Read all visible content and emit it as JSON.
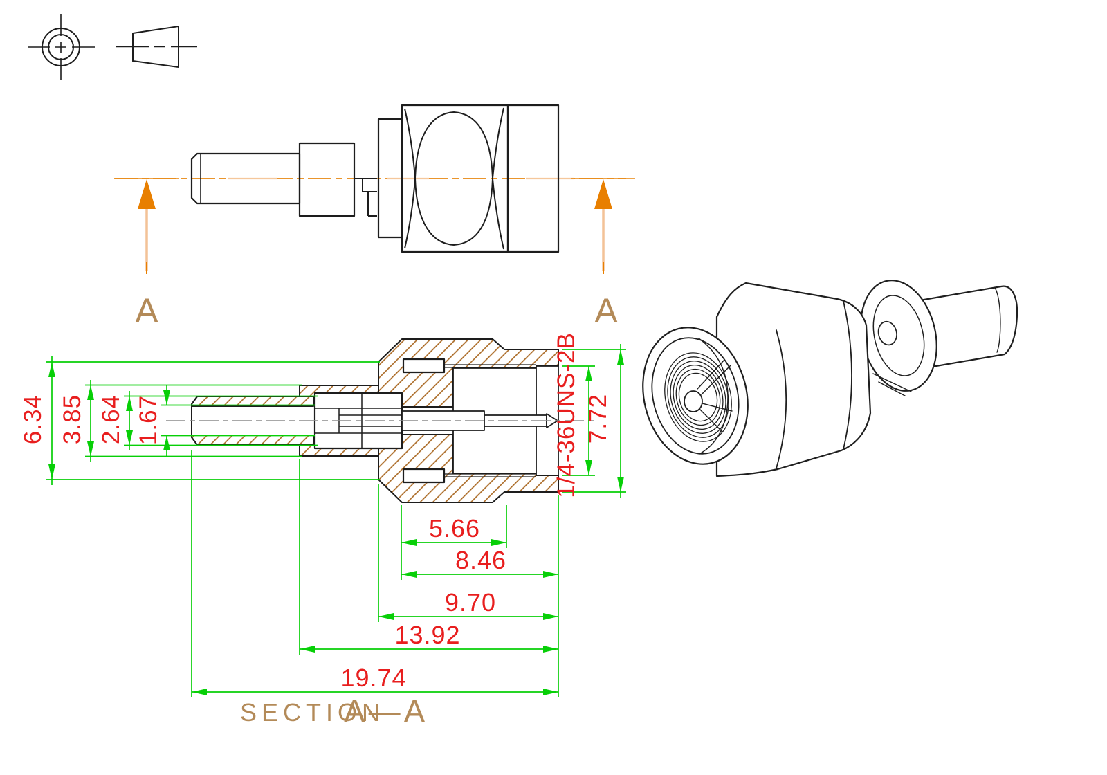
{
  "drawing": {
    "title_prefix": "SECTION",
    "title_section": "A—A",
    "cut_arrow_label_left": "A",
    "cut_arrow_label_right": "A",
    "dims_horizontal": [
      "5.66",
      "8.46",
      "9.70",
      "13.92",
      "19.74"
    ],
    "dims_vertical_left": [
      "6.34",
      "3.85",
      "2.64",
      "1.67"
    ],
    "dims_vertical_right": [
      "1/4-36UNS-2B",
      "7.72"
    ],
    "colors": {
      "dimension_line": "#07cf07",
      "dimension_text": "#e81e1e",
      "hatch": "#a8661f",
      "centerline_orange": "#e8860f",
      "section_arrow": "#e87f00",
      "annotation_tan": "#b38a58",
      "outline": "#1d1d1d"
    }
  }
}
